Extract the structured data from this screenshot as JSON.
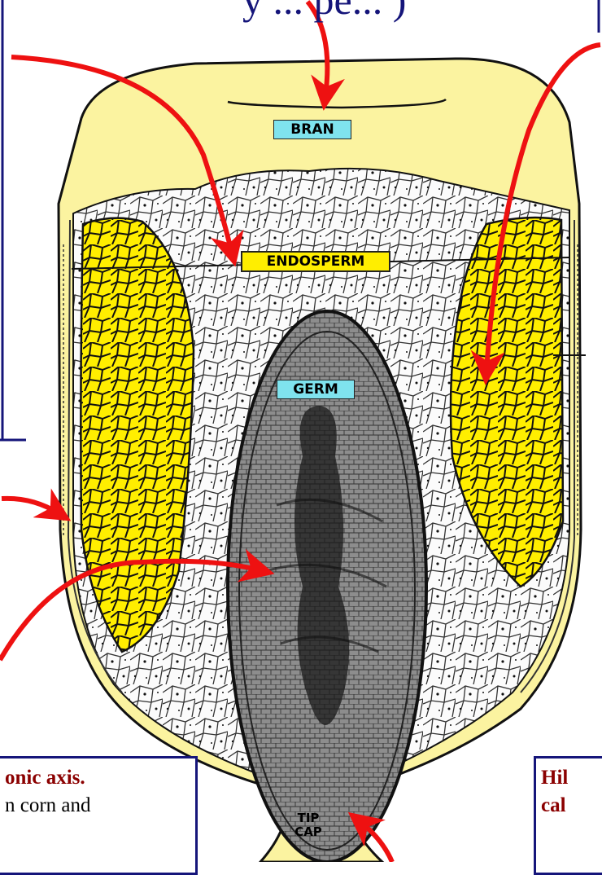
{
  "header": {
    "partial_text": "y ... pe... )"
  },
  "labels": {
    "bran": "BRAN",
    "endosperm": "ENDOSPERM",
    "germ": "GERM",
    "tip_cap_line1": "TIP",
    "tip_cap_line2": "CAP"
  },
  "left_box": {
    "title": "onic axis.",
    "text": "n corn and"
  },
  "right_box": {
    "title": "Hil",
    "text": "cal"
  },
  "colors": {
    "bran_yellow": "#fbf3a0",
    "horny_endosperm": "#ffee00",
    "label_cyan": "#7fe3ee",
    "label_yellow": "#ffee00",
    "germ_gray": "#8c8c8c",
    "arrow_red": "#ee1111",
    "frame_navy": "#15157a",
    "title_red": "#8b0000"
  },
  "icons": [
    "arrow-icon"
  ]
}
